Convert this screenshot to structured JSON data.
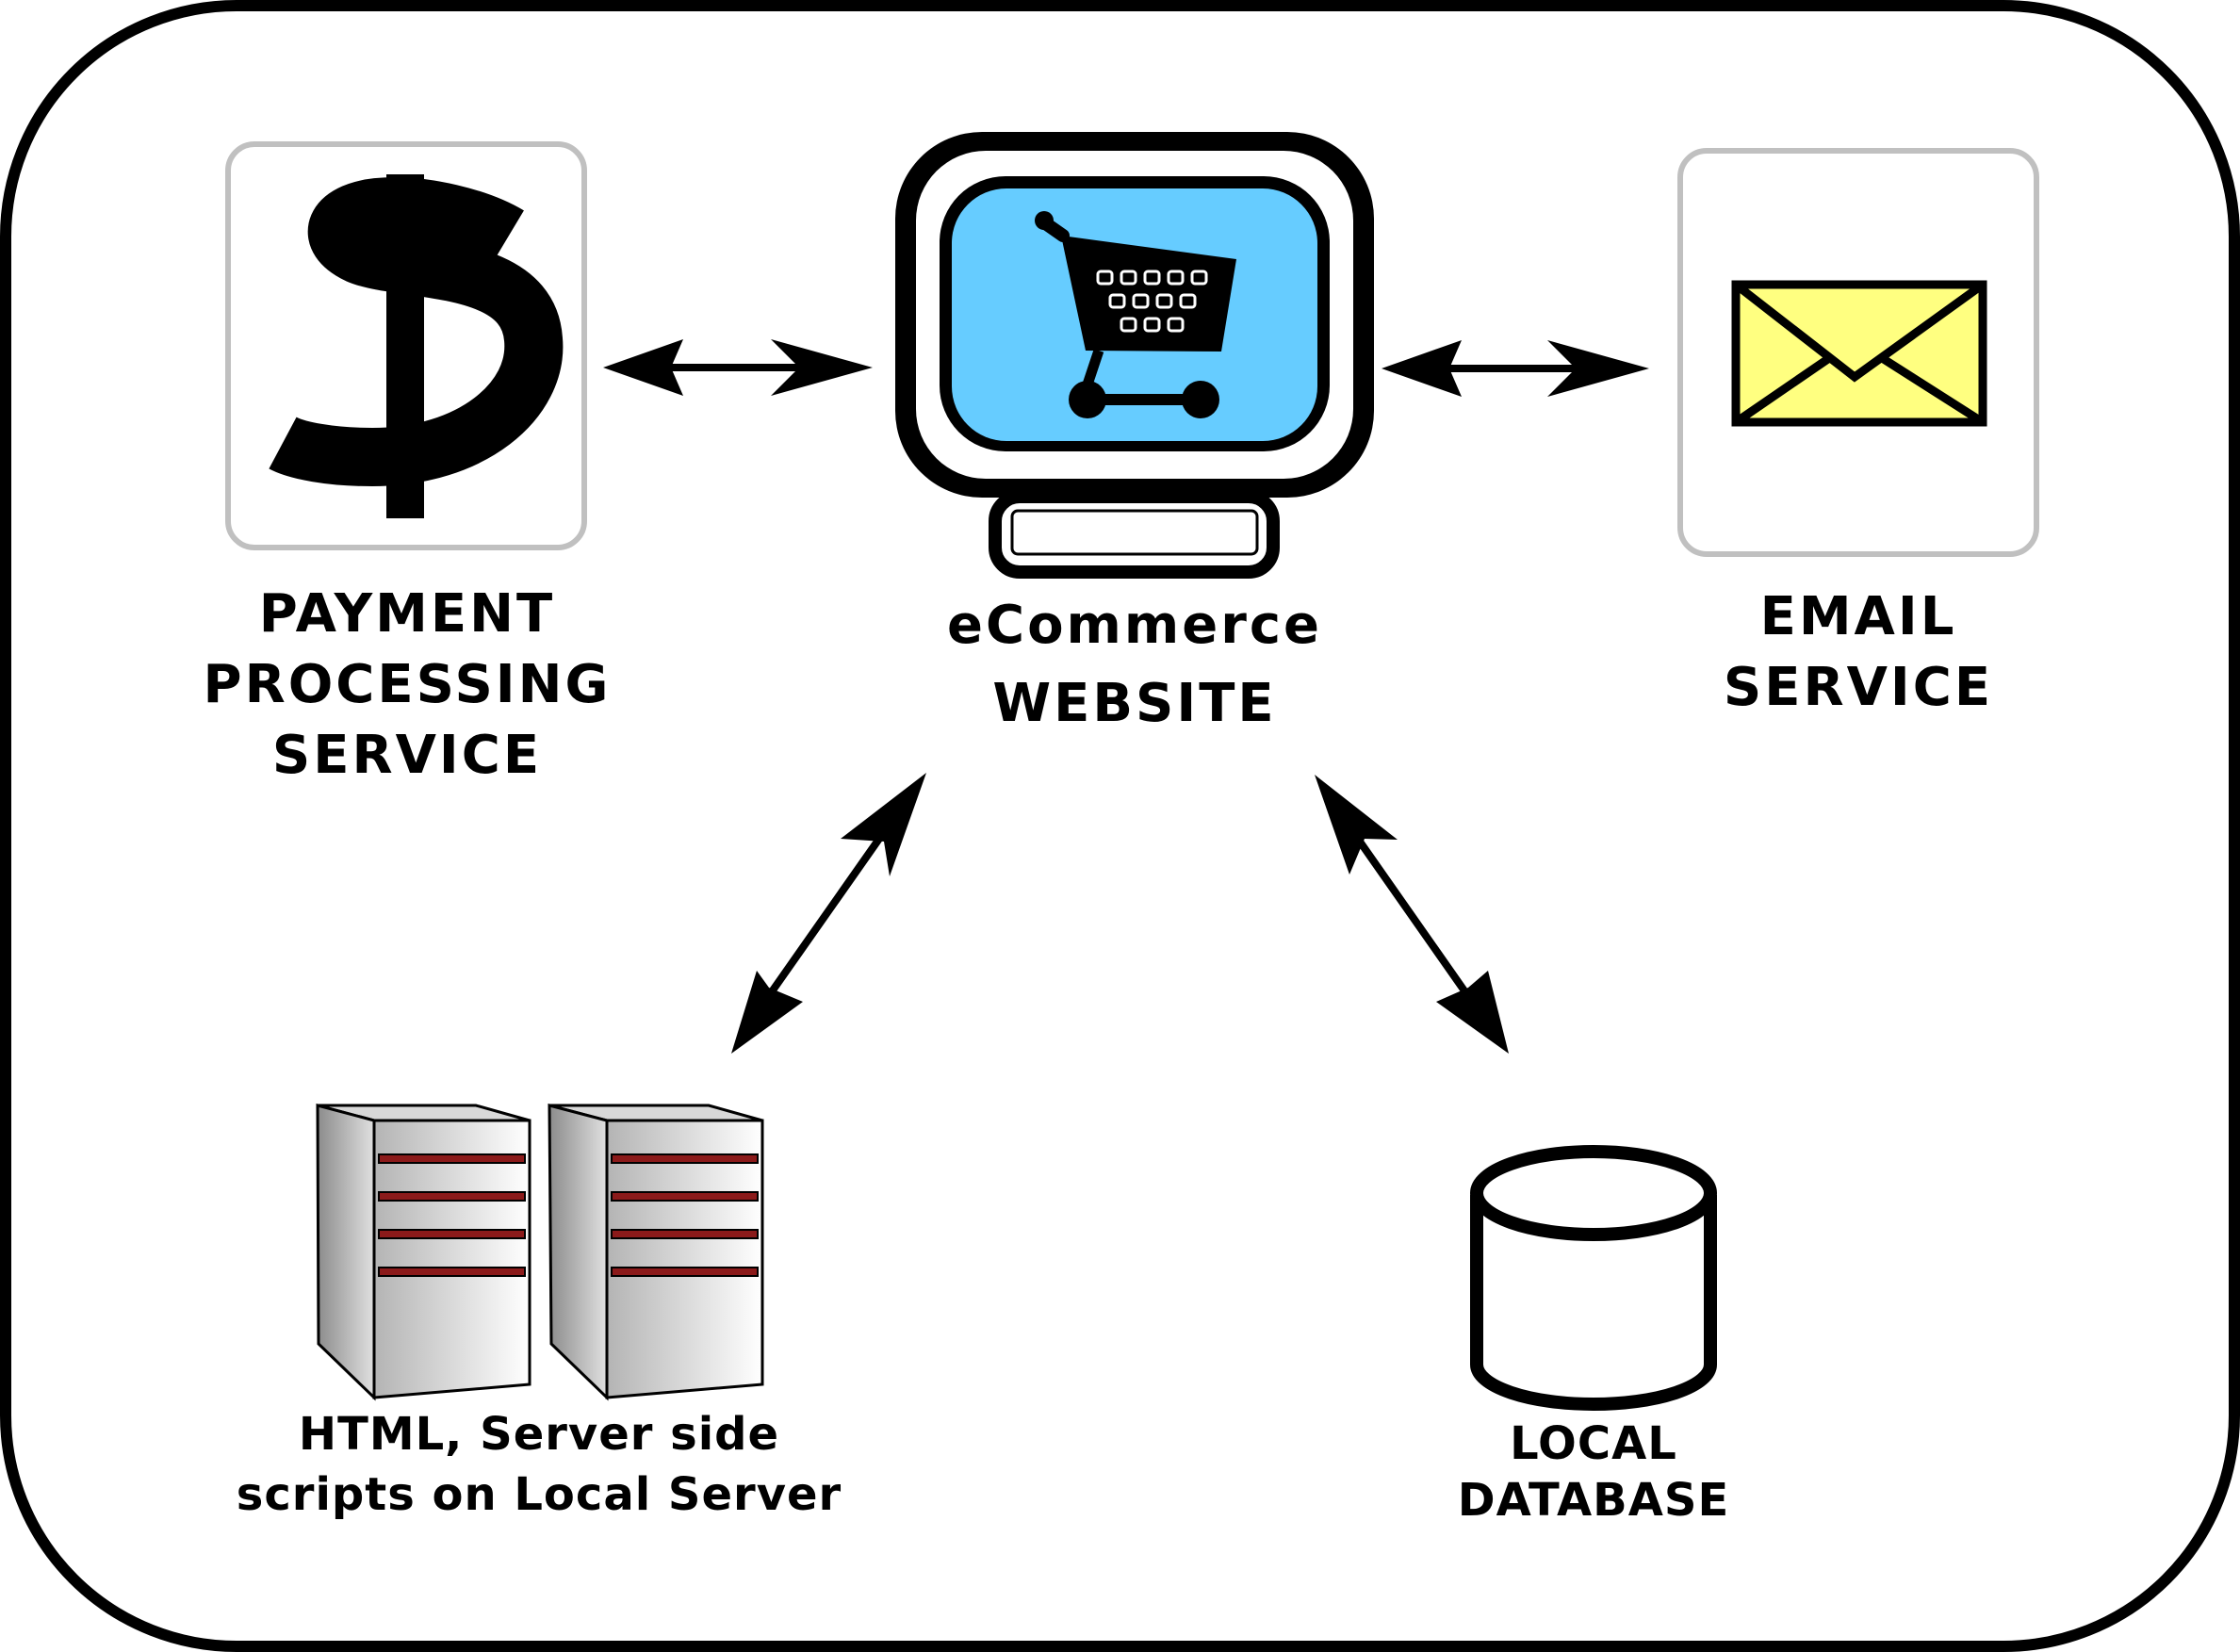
{
  "diagram": {
    "nodes": {
      "payment": {
        "label_lines": [
          "PAYMENT",
          "PROCESSING",
          "SERVICE"
        ],
        "icon": "dollar-sign-icon"
      },
      "website": {
        "label_lines": [
          "eCommerce",
          "WEBSITE"
        ],
        "icon": "shopping-cart-monitor-icon"
      },
      "email": {
        "label_lines": [
          "EMAIL",
          "SERVICE"
        ],
        "icon": "envelope-icon"
      },
      "server": {
        "label_lines": [
          "HTML, Server side",
          "scripts on Local Server"
        ],
        "icon": "server-rack-icon"
      },
      "database": {
        "label_lines": [
          "LOCAL",
          "DATABASE"
        ],
        "icon": "database-cylinder-icon"
      }
    },
    "connections": [
      {
        "from": "payment",
        "to": "website",
        "direction": "bidirectional"
      },
      {
        "from": "website",
        "to": "email",
        "direction": "bidirectional"
      },
      {
        "from": "website",
        "to": "server",
        "direction": "bidirectional"
      },
      {
        "from": "website",
        "to": "database",
        "direction": "bidirectional"
      }
    ],
    "colors": {
      "screen": "#66ccff",
      "envelope": "#ffff80",
      "server_stripe": "#8b1a1a",
      "icon_frame": "#c0c0c0",
      "ink": "#000000"
    }
  }
}
